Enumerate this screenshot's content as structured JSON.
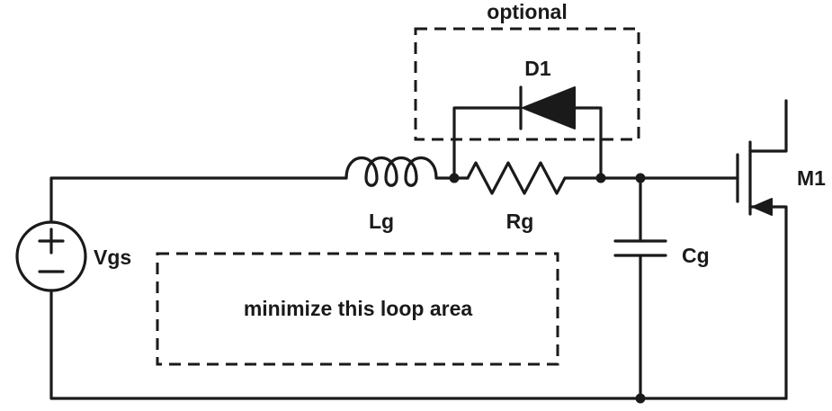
{
  "diagram": {
    "type": "circuit-schematic",
    "colors": {
      "ink": "#1a1a1a",
      "background": "#ffffff"
    },
    "labels": {
      "optional_box": "optional",
      "diode": "D1",
      "inductor": "Lg",
      "resistor": "Rg",
      "capacitor": "Cg",
      "voltage_source": "Vgs",
      "mosfet": "M1",
      "loop_note": "minimize this loop area"
    },
    "components": {
      "voltage_source": "Vgs dc source with plus and minus terminals",
      "inductor": "Lg gate loop inductor in series",
      "resistor": "Rg gate resistor in series",
      "diode": "D1 optional bypass diode in parallel with Rg, cathode toward Lg",
      "capacitor": "Cg gate capacitance to bottom rail",
      "mosfet": "M1 n-channel power MOSFET, gate driven through Lg and Rg"
    }
  }
}
